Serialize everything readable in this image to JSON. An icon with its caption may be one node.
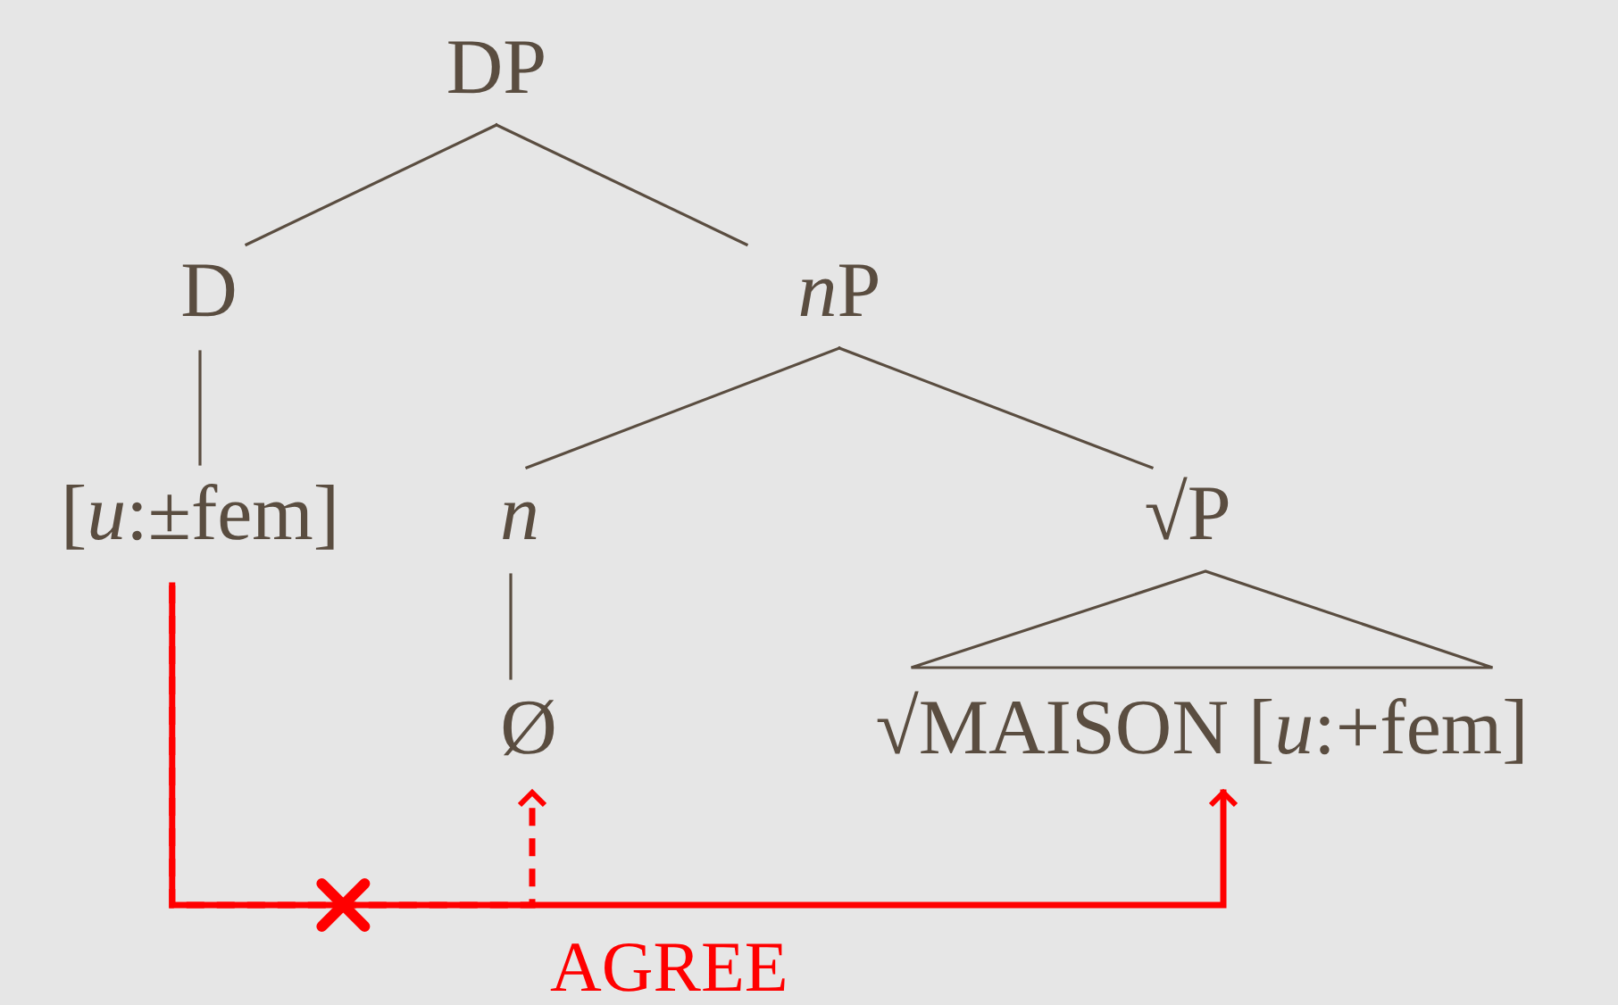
{
  "diagram": {
    "nodes": [
      {
        "text": [
          "DP"
        ]
      },
      {
        "text": [
          "D"
        ]
      },
      {
        "text": [
          "*n*⁠P"
        ]
      },
      {
        "text": [
          "[*u*:±fem]"
        ]
      },
      {
        "text": [
          "*n*"
        ]
      },
      {
        "text": [
          "√P"
        ]
      },
      {
        "text": [
          "Ø"
        ]
      },
      {
        "text": [
          "√MAISON [*u*:+fem]"
        ]
      }
    ],
    "edges": [
      {
        "from": 0,
        "to": 1,
        "arrow": "none"
      },
      {
        "from": 0,
        "to": 2,
        "arrow": "none"
      },
      {
        "from": 1,
        "to": 3,
        "arrow": "none"
      },
      {
        "from": 2,
        "to": 4,
        "arrow": "none"
      },
      {
        "from": 2,
        "to": 5,
        "arrow": "none"
      },
      {
        "from": 4,
        "to": 6,
        "arrow": "none"
      },
      {
        "from": 5,
        "to": 7,
        "arrow": "none"
      },
      {
        "from": 3,
        "to": 7,
        "arrow": "to",
        "color": "#ff0000",
        "style": "thick"
      },
      {
        "from": 3,
        "to": 6,
        "arrow": "to",
        "color": "#ff0000",
        "style": "dashed"
      }
    ],
    "labels": [
      "AGREE"
    ]
  }
}
